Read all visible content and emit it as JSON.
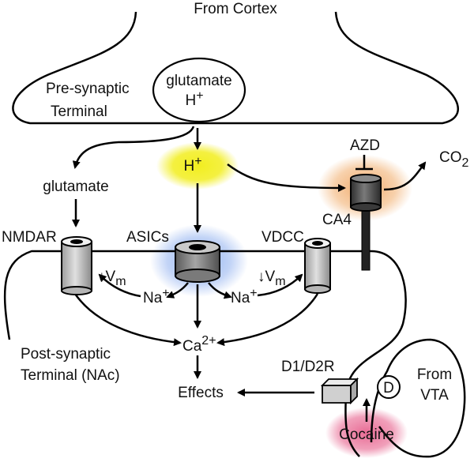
{
  "labels": {
    "from_cortex": "From Cortex",
    "pre_synaptic_1": "Pre-synaptic",
    "pre_synaptic_2": "Terminal",
    "vesicle_1": "glutamate",
    "vesicle_2": "H",
    "vesicle_2_sup": "+",
    "proton": "H",
    "proton_sup": "+",
    "azd": "AZD",
    "co2": "CO",
    "co2_sub": "2",
    "glutamate": "glutamate",
    "ca4": "CA4",
    "nmdar": "NMDAR",
    "asics": "ASICs",
    "vdcc": "VDCC",
    "vm_left": "↓V",
    "vm_left_sub": "m",
    "vm_right": "↓V",
    "vm_right_sub": "m",
    "na_left": "Na",
    "na_left_sup": "+",
    "na_right": "Na",
    "na_right_sup": "+",
    "ca": "Ca",
    "ca_sup": "2+",
    "effects": "Effects",
    "post_synaptic_1": "Post-synaptic",
    "post_synaptic_2": "Terminal (NAc)",
    "d1d2r": "D1/D2R",
    "dopamine": "D",
    "from_vta_1": "From",
    "from_vta_2": "VTA",
    "cocaine": "Cocaine"
  },
  "colors": {
    "proton_glow": "#f2ee1f",
    "asics_glow": "#7fa6ef",
    "ca4_glow": "#f0a15a",
    "cocaine_glow": "#e86a94",
    "channel_gray": "#c8c8c8",
    "asics_gray": "#9a9a9a",
    "ca4_dark": "#555555"
  }
}
